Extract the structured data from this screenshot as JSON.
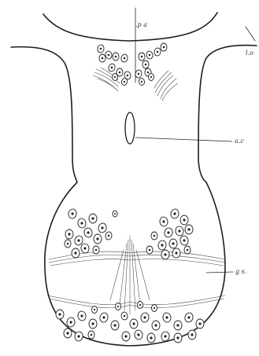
{
  "figure": {
    "labels": {
      "pa": ".p a",
      "lo": "l.o",
      "ac": "a.c",
      "gs": "g s."
    }
  }
}
